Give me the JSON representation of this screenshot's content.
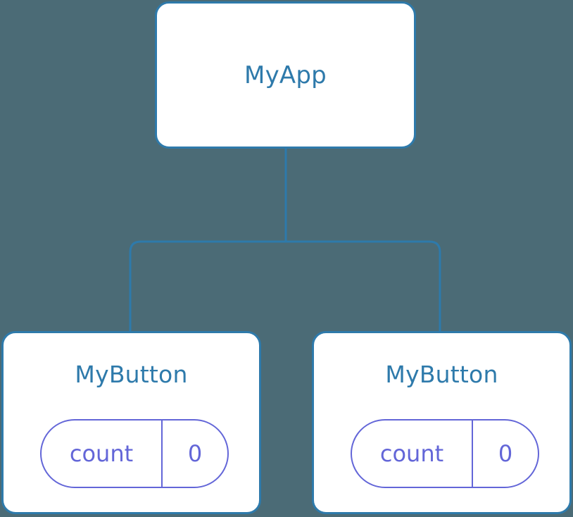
{
  "diagram": {
    "type": "component-tree",
    "background_color": "#4b6b76",
    "node_fill": "#ffffff",
    "node_border_color": "#2e7aab",
    "node_title_color": "#2e7aab",
    "state_accent_color": "#6366d8",
    "edge_color": "#2e7aab"
  },
  "root": {
    "title": "MyApp"
  },
  "children": [
    {
      "title": "MyButton",
      "state": {
        "key": "count",
        "value": "0"
      }
    },
    {
      "title": "MyButton",
      "state": {
        "key": "count",
        "value": "0"
      }
    }
  ],
  "edges": [
    {
      "from": "MyApp",
      "to": "MyButton"
    },
    {
      "from": "MyApp",
      "to": "MyButton"
    }
  ]
}
